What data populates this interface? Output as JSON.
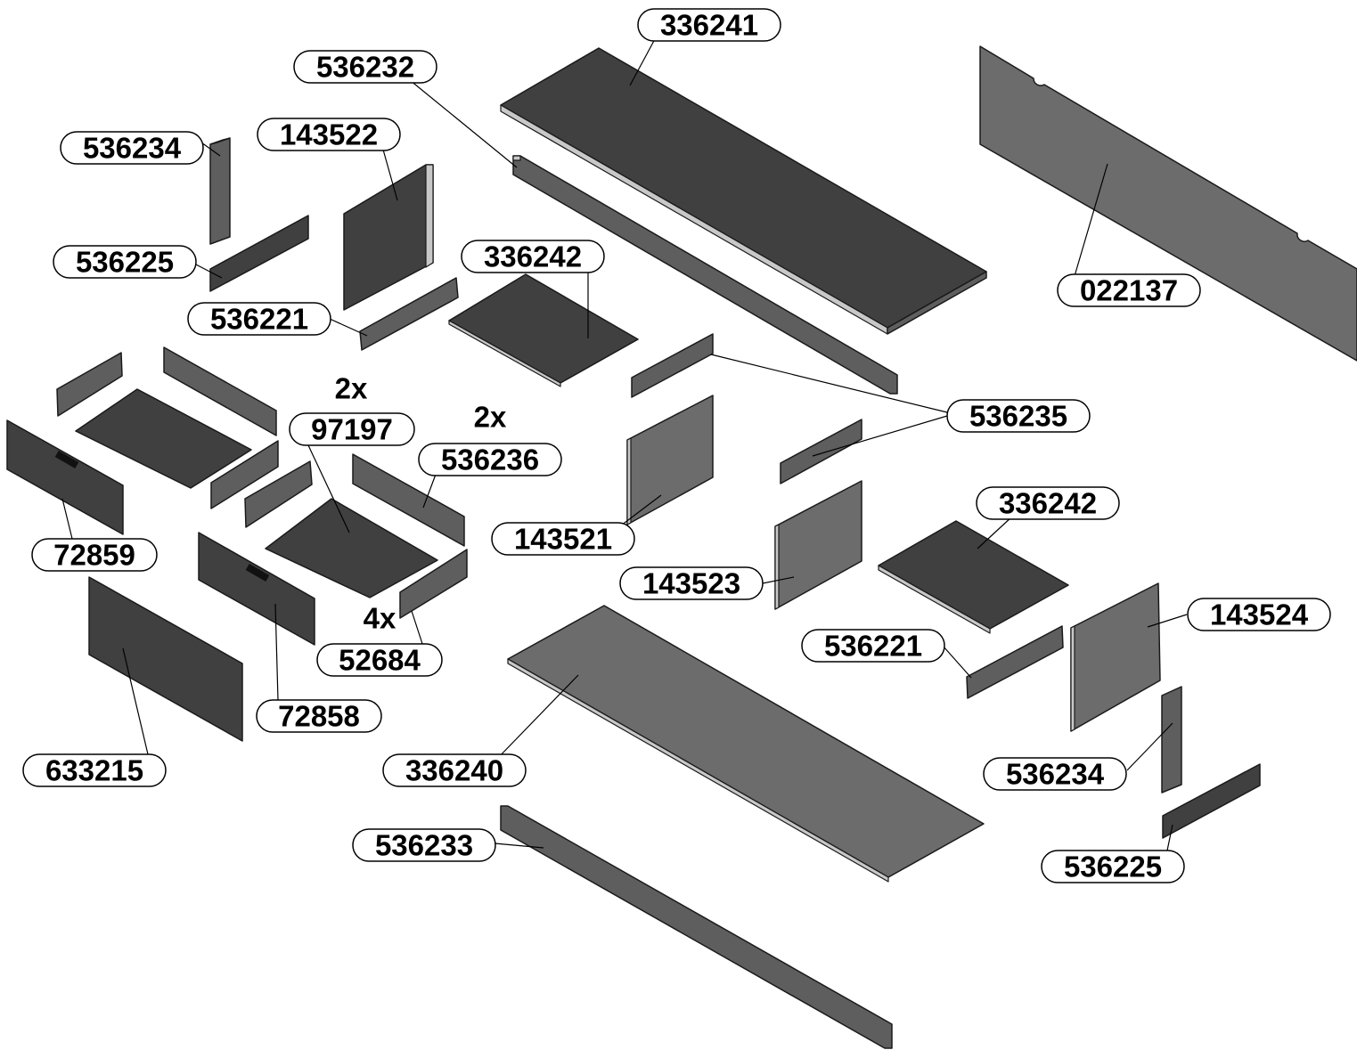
{
  "callouts": [
    {
      "id": "c-336241",
      "label": "336241"
    },
    {
      "id": "c-536232",
      "label": "536232"
    },
    {
      "id": "c-536234-a",
      "label": "536234"
    },
    {
      "id": "c-143522",
      "label": "143522"
    },
    {
      "id": "c-536225-a",
      "label": "536225"
    },
    {
      "id": "c-336242-a",
      "label": "336242"
    },
    {
      "id": "c-536221-a",
      "label": "536221"
    },
    {
      "id": "c-022137",
      "label": "022137"
    },
    {
      "id": "c-97197",
      "label": "97197"
    },
    {
      "id": "c-536236",
      "label": "536236"
    },
    {
      "id": "c-536235",
      "label": "536235"
    },
    {
      "id": "c-143521",
      "label": "143521"
    },
    {
      "id": "c-72859",
      "label": "72859"
    },
    {
      "id": "c-336242-b",
      "label": "336242"
    },
    {
      "id": "c-143523",
      "label": "143523"
    },
    {
      "id": "c-52684",
      "label": "52684"
    },
    {
      "id": "c-143524",
      "label": "143524"
    },
    {
      "id": "c-536221-b",
      "label": "536221"
    },
    {
      "id": "c-72858",
      "label": "72858"
    },
    {
      "id": "c-633215",
      "label": "633215"
    },
    {
      "id": "c-336240",
      "label": "336240"
    },
    {
      "id": "c-536234-b",
      "label": "536234"
    },
    {
      "id": "c-536233",
      "label": "536233"
    },
    {
      "id": "c-536225-b",
      "label": "536225"
    }
  ],
  "quantities": {
    "q97197": "2x",
    "q536236": "2x",
    "q52684": "4x"
  }
}
